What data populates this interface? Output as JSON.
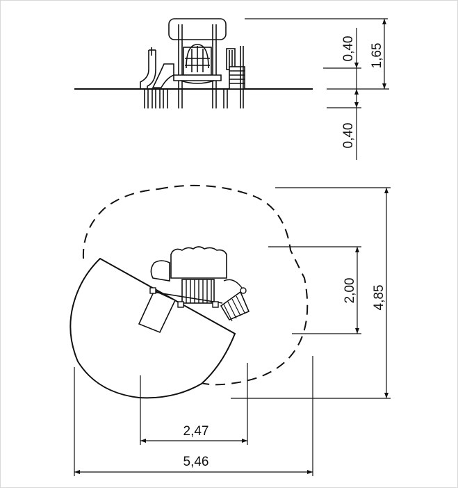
{
  "dimensions": {
    "elevation": {
      "overall_height": "1,65",
      "upper_segment": "0,40",
      "footing_depth": "0,40"
    },
    "plan": {
      "safety_zone_depth": "4,85",
      "equipment_depth": "2,00",
      "equipment_width": "2,47",
      "safety_zone_width": "5,46"
    }
  },
  "colors": {
    "line": "#111111",
    "frame_border": "#d9d9d9",
    "background": "#ffffff"
  }
}
